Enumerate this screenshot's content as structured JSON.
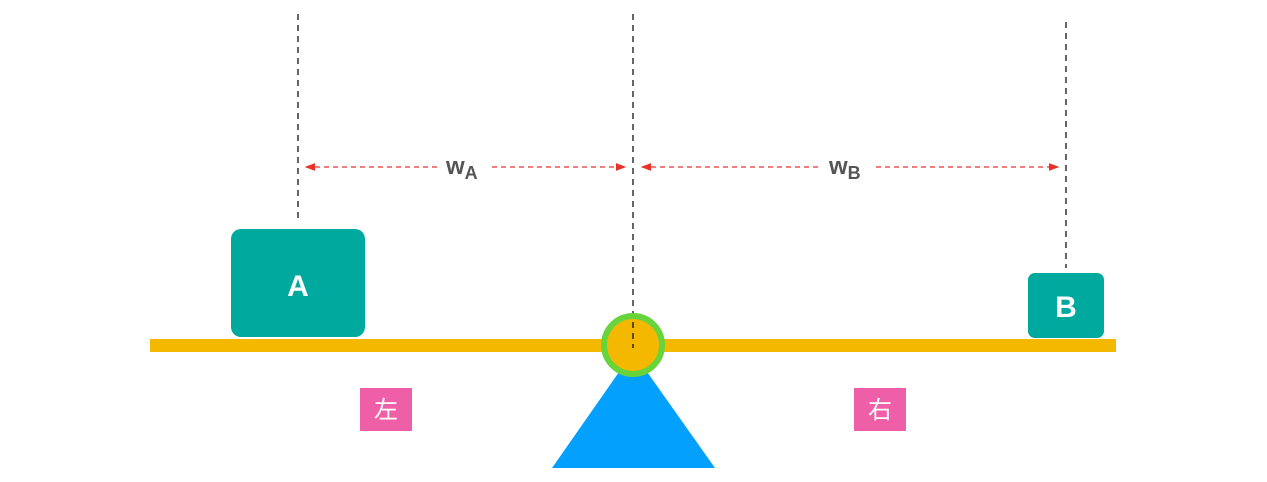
{
  "distances": {
    "a": {
      "main": "w",
      "sub": "A"
    },
    "b": {
      "main": "w",
      "sub": "B"
    }
  },
  "blocks": {
    "a": "A",
    "b": "B"
  },
  "sides": {
    "left": "左",
    "right": "右"
  },
  "colors": {
    "block": "#00a99d",
    "beam": "#f5b800",
    "pivot_ring": "#66d43a",
    "fulcrum": "#03a0fe",
    "side_tag": "#ef5fa7",
    "arrow": "#e8312a",
    "label_text": "#555555"
  }
}
